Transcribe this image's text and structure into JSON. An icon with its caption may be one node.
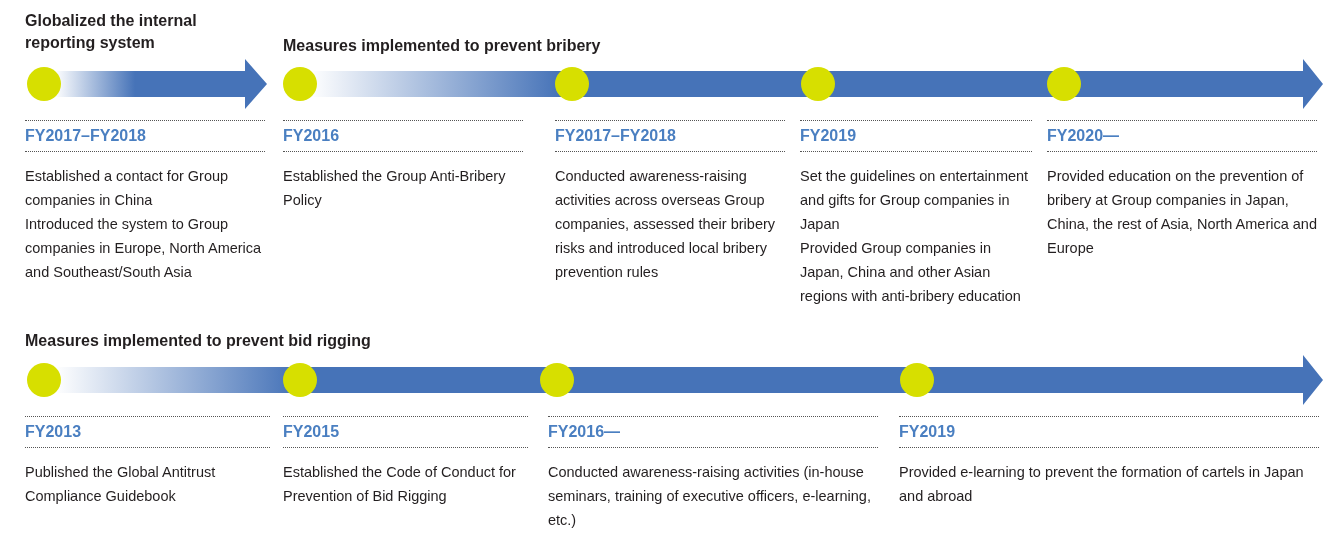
{
  "diagram": {
    "nodes": [
      {
        "text": [
          "FY2017–FY2018",
          "Established a contact for Group companies in China",
          "Introduced the system to Group companies in Europe, North America and Southeast/South Asia"
        ]
      },
      {
        "text": [
          "FY2016",
          "Established the Group Anti-Bribery Policy"
        ]
      },
      {
        "text": [
          "FY2017–FY2018",
          "Conducted awareness-raising activities across overseas Group companies, assessed their bribery risks and introduced local bribery prevention rules"
        ]
      },
      {
        "text": [
          "FY2019",
          "Set the guidelines on entertainment and gifts for Group companies in Japan",
          "Provided Group companies in Japan, China and other Asian regions with anti-bribery education"
        ]
      },
      {
        "text": [
          "FY2020—",
          "Provided education on the prevention of bribery at Group companies in Japan, China, the rest of Asia, North America and Europe"
        ]
      },
      {
        "text": [
          "FY2013",
          "Published the Global Antitrust Compliance Guidebook"
        ]
      },
      {
        "text": [
          "FY2015",
          "Established the Code of Conduct for Prevention of Bid Rigging"
        ]
      },
      {
        "text": [
          "FY2016—",
          "Conducted awareness-raising activities (in-house seminars, training of executive officers, e-learning, etc.)"
        ]
      },
      {
        "text": [
          "FY2019",
          "Provided e-learning to prevent the formation of cartels in Japan and abroad"
        ]
      }
    ],
    "labels": [
      "Globalized the internal reporting system",
      "Measures implemented to prevent bribery",
      "Measures implemented to prevent bid rigging"
    ]
  }
}
